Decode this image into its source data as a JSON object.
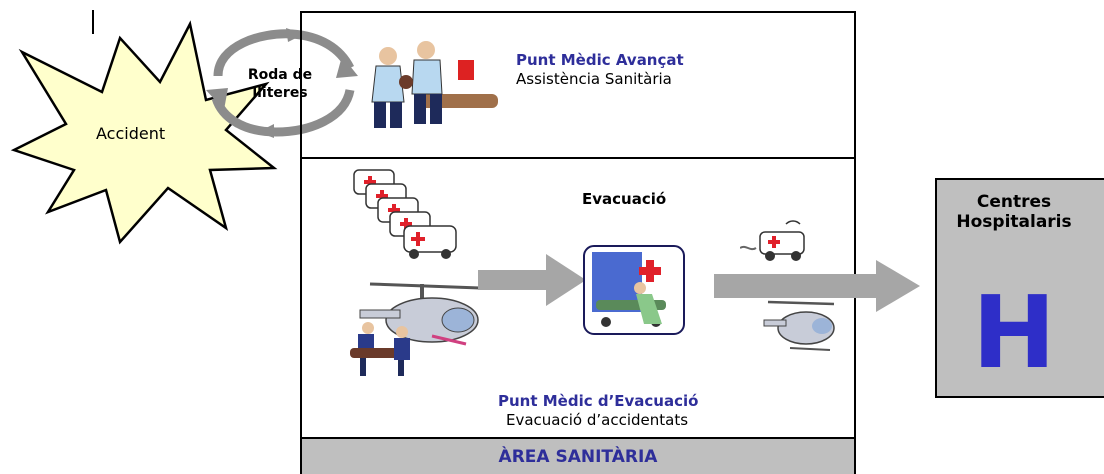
{
  "accident": {
    "label": "Accident"
  },
  "wheel": {
    "label": "Roda de lliteres"
  },
  "pma": {
    "title": "Punt Mèdic Avançat",
    "subtitle": "Assistència Sanitària"
  },
  "evacuation": {
    "label": "Evacuació"
  },
  "pme": {
    "title": "Punt Mèdic d’Evacuació",
    "subtitle": "Evacuació d’accidentats"
  },
  "area": {
    "label": "ÀREA SANITÀRIA"
  },
  "hospital": {
    "title": "Centres Hospitalaris",
    "symbol": "H"
  },
  "colors": {
    "blue_title": "#2e2e9a",
    "hospital_h": "#2e2ec8",
    "panel_gray": "#bfbfbf",
    "star_fill": "#ffffcc",
    "arrow_gray": "#a6a6a6",
    "cross_red": "#e0202a"
  }
}
